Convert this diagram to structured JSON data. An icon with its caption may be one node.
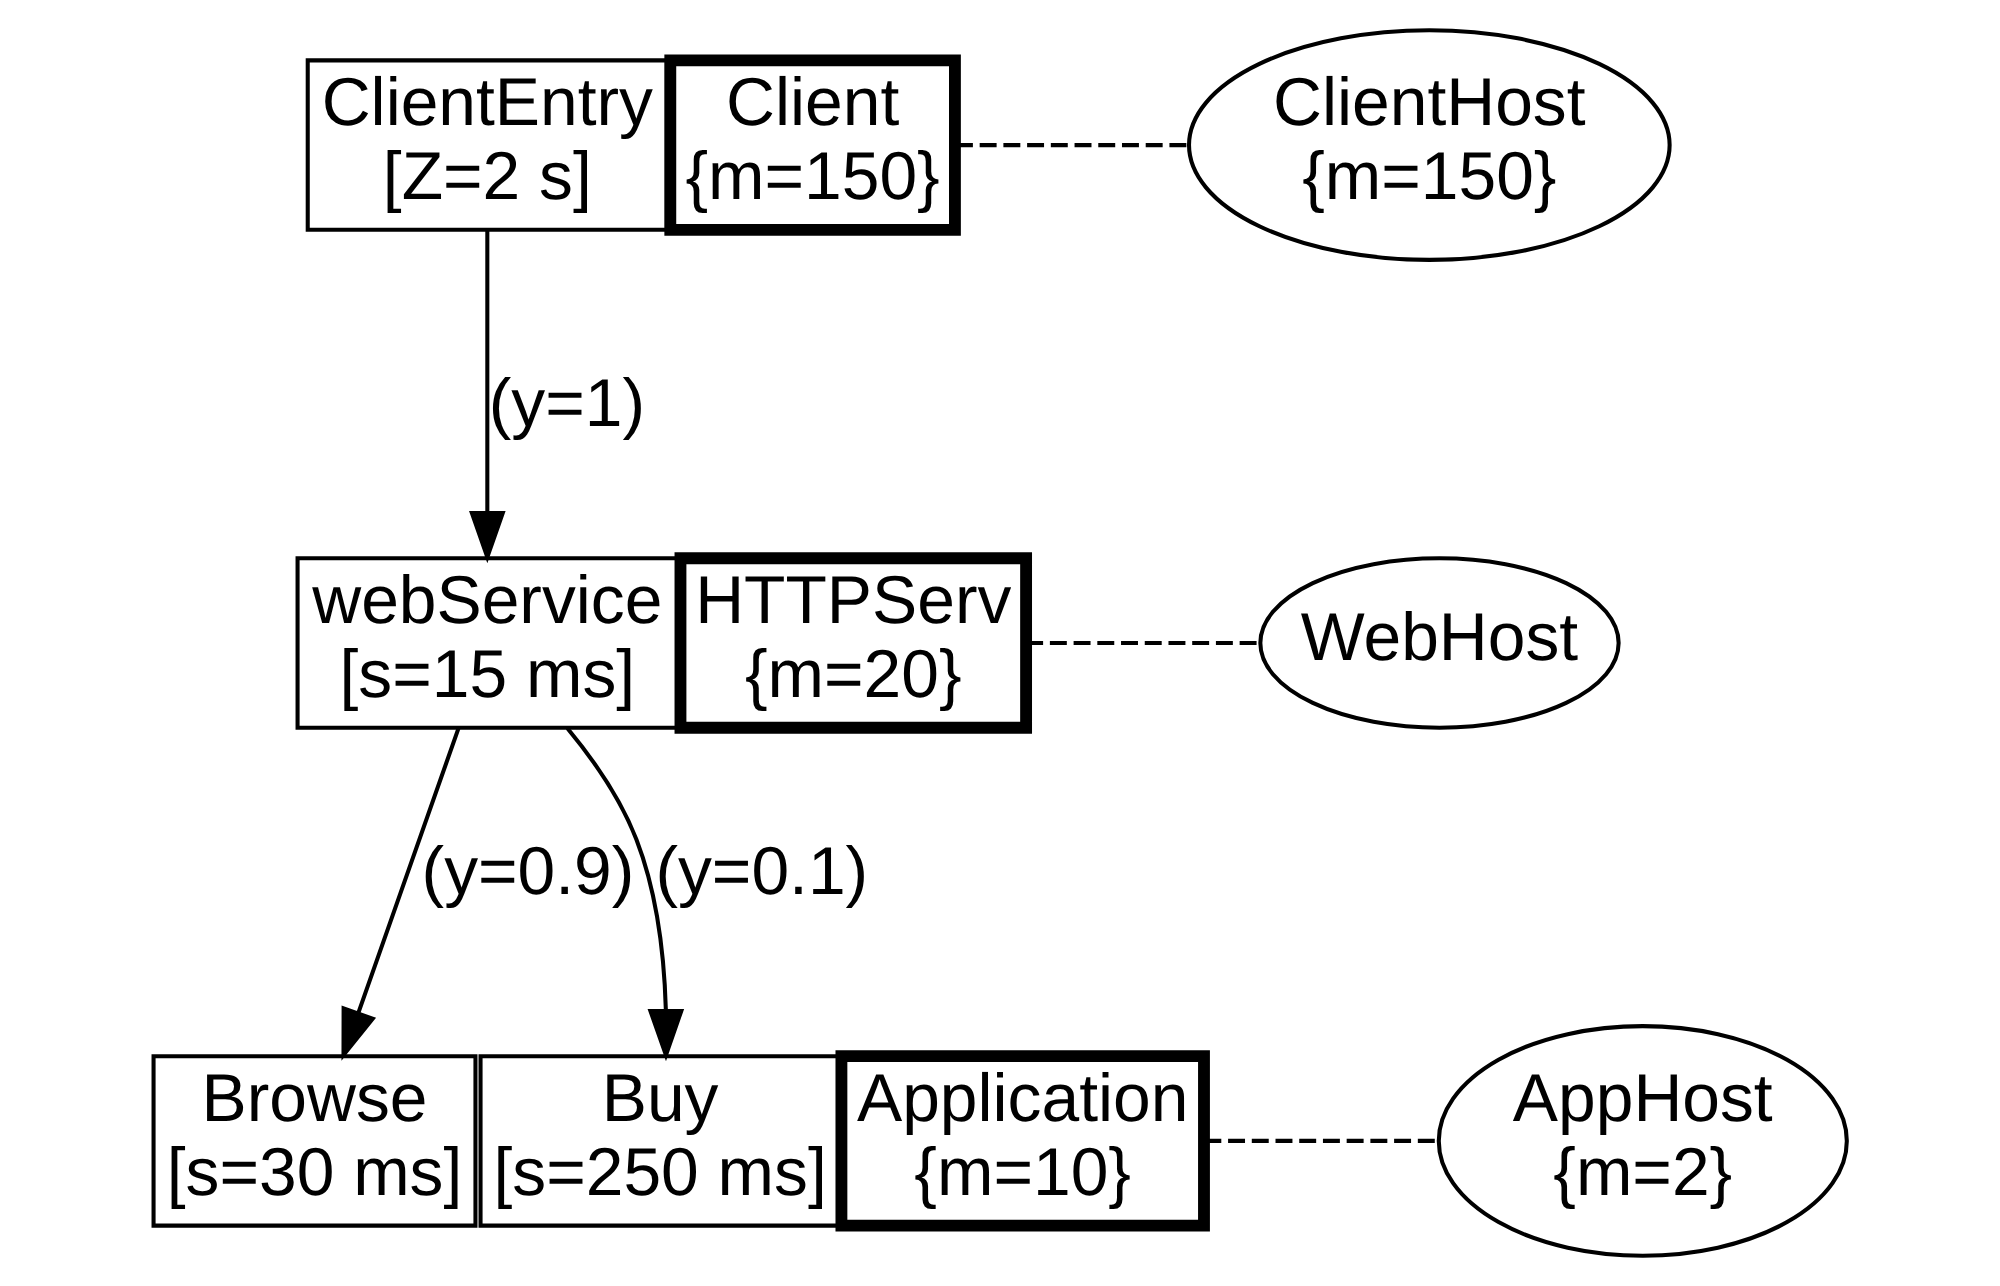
{
  "diagram": {
    "nodes": [
      {
        "text": [
          "ClientEntry",
          "[Z=2 s]"
        ]
      },
      {
        "text": [
          "Client",
          "{m=150}"
        ]
      },
      {
        "text": [
          "ClientHost",
          "{m=150}"
        ]
      },
      {
        "text": [
          "webService",
          "[s=15 ms]"
        ]
      },
      {
        "text": [
          "HTTPServ",
          "{m=20}"
        ]
      },
      {
        "text": [
          "WebHost"
        ]
      },
      {
        "text": [
          "Browse",
          "[s=30 ms]"
        ]
      },
      {
        "text": [
          "Buy",
          "[s=250 ms]"
        ]
      },
      {
        "text": [
          "Application",
          "{m=10}"
        ]
      },
      {
        "text": [
          "AppHost",
          "{m=2}"
        ]
      }
    ],
    "edges": [
      {
        "from": 0,
        "to": 3,
        "arrow": "to",
        "label": "(y=1)"
      },
      {
        "from": 1,
        "to": 2,
        "arrow": "none",
        "style": "dashed"
      },
      {
        "from": 4,
        "to": 5,
        "arrow": "none",
        "style": "dashed"
      },
      {
        "from": 3,
        "to": 6,
        "arrow": "to",
        "label": "(y=0.9)"
      },
      {
        "from": 3,
        "to": 7,
        "arrow": "to",
        "label": "(y=0.1)"
      },
      {
        "from": 8,
        "to": 9,
        "arrow": "none",
        "style": "dashed"
      }
    ]
  }
}
